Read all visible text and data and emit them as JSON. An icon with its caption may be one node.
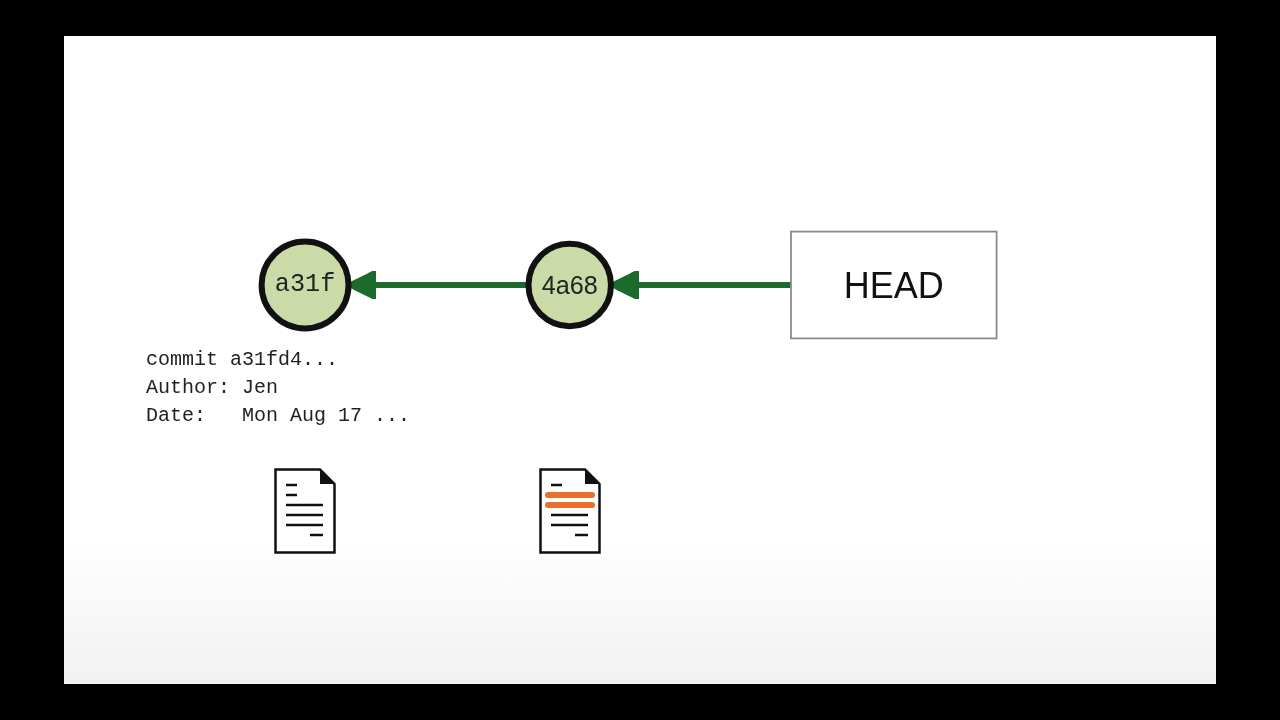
{
  "diagram": {
    "nodes": [
      {
        "text": [
          "HEAD"
        ]
      },
      {
        "text": [
          "a31f"
        ],
        "beside": [
          "commit a31fd4...",
          "Author: Jen",
          "Date:   Mon Aug 17 ..."
        ]
      },
      {
        "text": [
          "4a68"
        ]
      }
    ],
    "edges": [
      {
        "from": 0,
        "to": 2,
        "arrow": "to"
      },
      {
        "from": 2,
        "to": 1,
        "arrow": "to"
      }
    ]
  }
}
